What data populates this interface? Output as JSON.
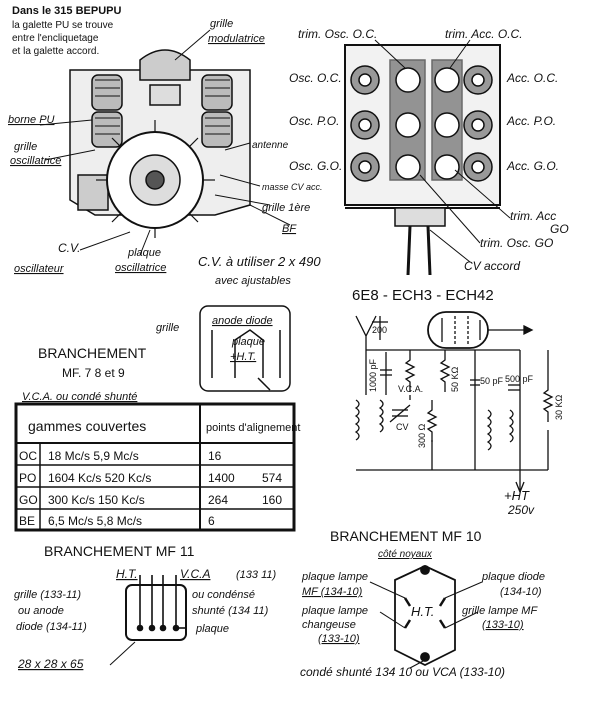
{
  "top_left": {
    "note_line1": "Dans le 315 BEPUPU",
    "note_line2": "la galette PU se trouve",
    "note_line3": "entre l'encliquetage",
    "note_line4": "et la galette accord.",
    "grille_modulatrice_1": "grille",
    "grille_modulatrice_2": "modulatrice",
    "borne_pu": "borne PU",
    "grille_oscillatrice_1": "grille",
    "grille_oscillatrice_2": "oscillatrice",
    "antenne": "antenne",
    "masse_cv": "masse CV acc.",
    "grille_1ere": "grille 1ère",
    "bf": "BF",
    "cv": "C.V.",
    "oscillateur": "oscillateur",
    "plaque_1": "plaque",
    "plaque_2": "oscillatrice",
    "cv_note_1": "C.V. à utiliser 2 x 490",
    "cv_note_2": "avec ajustables"
  },
  "top_right": {
    "trim_osc_oc": "trim. Osc. O.C.",
    "trim_acc_oc": "trim. Acc. O.C.",
    "osc_oc": "Osc. O.C.",
    "acc_oc": "Acc. O.C.",
    "osc_po": "Osc. P.O.",
    "acc_po": "Acc. P.O.",
    "osc_go": "Osc. G.O.",
    "acc_go": "Acc. G.O.",
    "trim_acc_go_1": "trim. Acc",
    "trim_acc_go_2": "GO",
    "trim_osc_go": "trim. Osc. GO",
    "cv_accord": "CV accord"
  },
  "tubes_title": "6E8 - ECH3 - ECH42",
  "branchement_mf78": {
    "title": "BRANCHEMENT",
    "subtitle": "MF. 7 8 et 9",
    "grille": "grille",
    "anode_diode": "anode diode",
    "plaque": "plaque",
    "ht": "+H.T.",
    "vca": "V.C.A. ou condé shunté"
  },
  "table": {
    "headers": [
      "gammes couvertes",
      "points d'alignement"
    ],
    "rows": [
      {
        "code": "OC",
        "range": "18 Mc/s 5,9 Mc/s",
        "points": [
          "16",
          ""
        ]
      },
      {
        "code": "PO",
        "range": "1604 Kc/s 520 Kc/s",
        "points": [
          "1400",
          "574"
        ]
      },
      {
        "code": "GO",
        "range": "300 Kc/s 150 Kc/s",
        "points": [
          "264",
          "160"
        ]
      },
      {
        "code": "BE",
        "range": "6,5 Mc/s 5,8 Mc/s",
        "points": [
          "6",
          ""
        ]
      }
    ]
  },
  "schematic": {
    "c200": "200",
    "c1000": "1000 pF",
    "vca": "V.C.A.",
    "r300": "300 Ω",
    "r50k": "50 KΩ",
    "c50": "50 pF",
    "c500": "500 pF",
    "r30k": "30 KΩ",
    "cv": "CV",
    "ht": "+HT",
    "ht_v": "250v"
  },
  "branchement_mf11": {
    "title": "BRANCHEMENT MF 11",
    "ht": "H.T.",
    "vca": "V.C.A",
    "vca_ref": "(133 11)",
    "grille": "grille (133-11)",
    "ou_anode": "ou anode",
    "diode": "diode (134-11)",
    "ou_condens": "ou condénsé",
    "shunte": "shunté (134 11)",
    "plaque": "plaque",
    "dims": "28 x 28 x 65"
  },
  "branchement_mf10": {
    "title": "BRANCHEMENT MF 10",
    "cote_noyaux": "côté noyaux",
    "plaque_lampe_mf_1": "plaque lampe",
    "plaque_lampe_mf_2": "MF (134-10)",
    "plaque_lampe_ch_1": "plaque lampe",
    "plaque_lampe_ch_2": "changeuse",
    "plaque_lampe_ch_3": "(133-10)",
    "plaque_diode_1": "plaque diode",
    "plaque_diode_2": "(134-10)",
    "grille_lampe_1": "grille lampe MF",
    "grille_lampe_2": "(133-10)",
    "ht": "H.T.",
    "bottom": "condé shunté 134 10 ou VCA (133-10)"
  }
}
